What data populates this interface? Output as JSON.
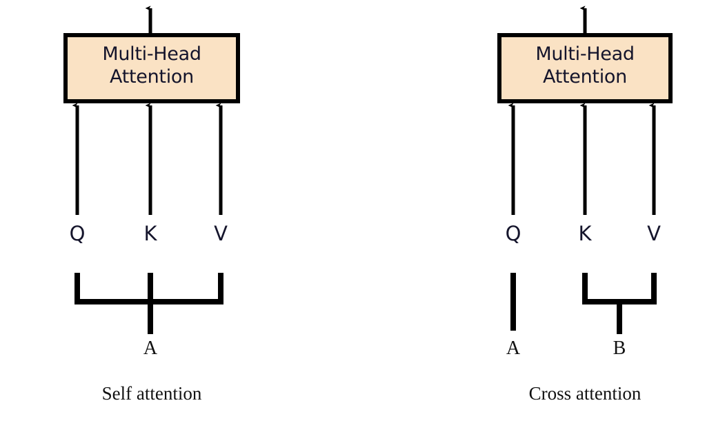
{
  "figure": {
    "background_color": "#ffffff",
    "panels": [
      {
        "id": "self-attention",
        "caption": "Self attention",
        "block": {
          "label": "Multi-Head\nAttention",
          "fill_color": "#fae2c4",
          "border_color": "#000000",
          "text_color": "#14142b"
        },
        "inputs": [
          {
            "name": "Q",
            "label": "Q"
          },
          {
            "name": "K",
            "label": "K"
          },
          {
            "name": "V",
            "label": "V"
          }
        ],
        "sources": [
          {
            "label": "A",
            "feeds": [
              "Q",
              "K",
              "V"
            ]
          }
        ],
        "output_arrow": true
      },
      {
        "id": "cross-attention",
        "caption": "Cross attention",
        "block": {
          "label": "Multi-Head\nAttention",
          "fill_color": "#fae2c4",
          "border_color": "#000000",
          "text_color": "#14142b"
        },
        "inputs": [
          {
            "name": "Q",
            "label": "Q"
          },
          {
            "name": "K",
            "label": "K"
          },
          {
            "name": "V",
            "label": "V"
          }
        ],
        "sources": [
          {
            "label": "A",
            "feeds": [
              "Q"
            ]
          },
          {
            "label": "B",
            "feeds": [
              "K",
              "V"
            ]
          }
        ],
        "output_arrow": true
      }
    ]
  }
}
